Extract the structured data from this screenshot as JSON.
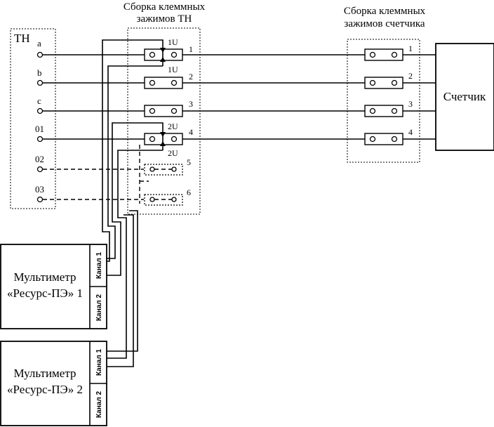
{
  "diagram": {
    "title_tn_block": [
      "Сборка клеммных",
      "зажимов ТН"
    ],
    "title_meter_block": [
      "Сборка клеммных",
      "зажимов счетчика"
    ],
    "tn_label": "ТН",
    "tn_terminals": [
      "a",
      "b",
      "c",
      "01",
      "02",
      "03"
    ],
    "tn_block_numbers": [
      "1",
      "2",
      "3",
      "4",
      "5",
      "6"
    ],
    "tn_block_tags": [
      "1U",
      "1U",
      "2U",
      "2U"
    ],
    "meter_block_numbers": [
      "1",
      "2",
      "3",
      "4"
    ],
    "meter_label": "Счетчик",
    "multimeter1": [
      "Мультиметр",
      "«Ресурс-ПЭ» 1"
    ],
    "multimeter2": [
      "Мультиметр",
      "«Ресурс-ПЭ» 2"
    ],
    "channel1": "Канал 1",
    "channel2": "Канал 2"
  }
}
